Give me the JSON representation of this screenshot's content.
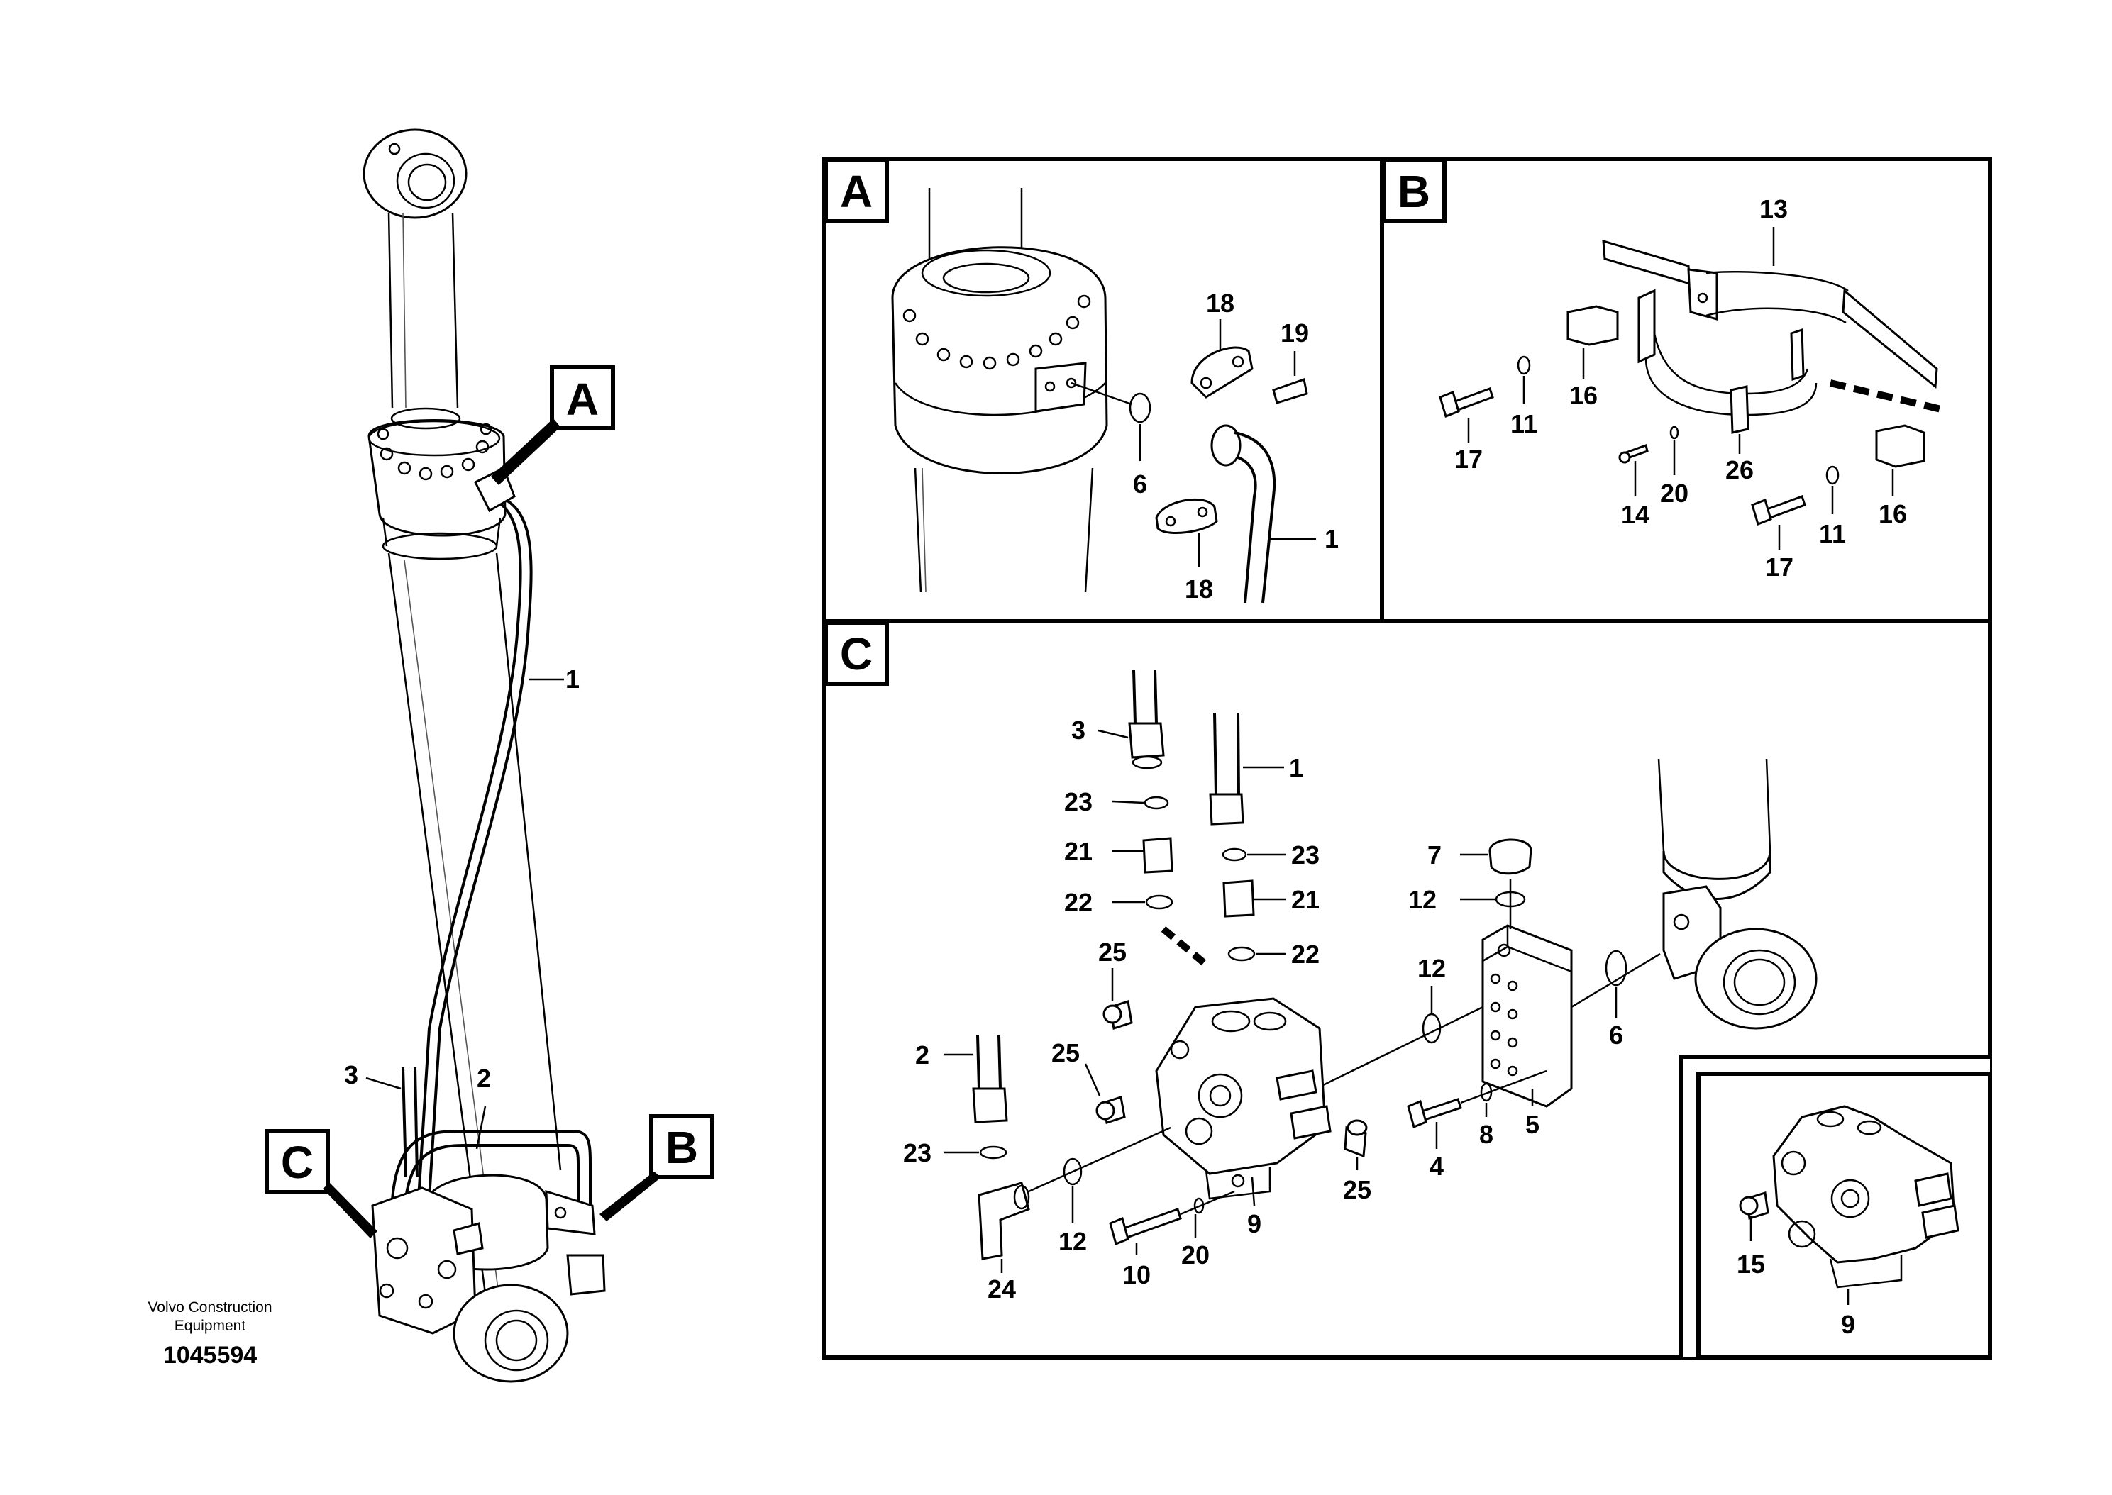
{
  "manufacturer": "Volvo Construction\nEquipment",
  "manufacturer_line1": "Volvo Construction",
  "manufacturer_line2": "Equipment",
  "document_number": "1045594",
  "panels": {
    "A": {
      "letter": "A"
    },
    "B": {
      "letter": "B"
    },
    "C": {
      "letter": "C"
    },
    "inset": {}
  },
  "overview": {
    "callouts": [
      "A",
      "B",
      "C"
    ],
    "part_labels": [
      "1",
      "2",
      "3"
    ]
  },
  "panel_a_labels": [
    "18",
    "19",
    "6",
    "18",
    "1"
  ],
  "panel_b_labels": [
    "13",
    "16",
    "17",
    "11",
    "26",
    "14",
    "20",
    "17",
    "11",
    "16"
  ],
  "panel_c_labels": [
    "3",
    "1",
    "23",
    "21",
    "22",
    "23",
    "21",
    "22",
    "7",
    "12",
    "12",
    "25",
    "25",
    "2",
    "23",
    "24",
    "12",
    "10",
    "20",
    "9",
    "25",
    "4",
    "8",
    "5",
    "6"
  ],
  "inset_labels": [
    "15",
    "9"
  ]
}
